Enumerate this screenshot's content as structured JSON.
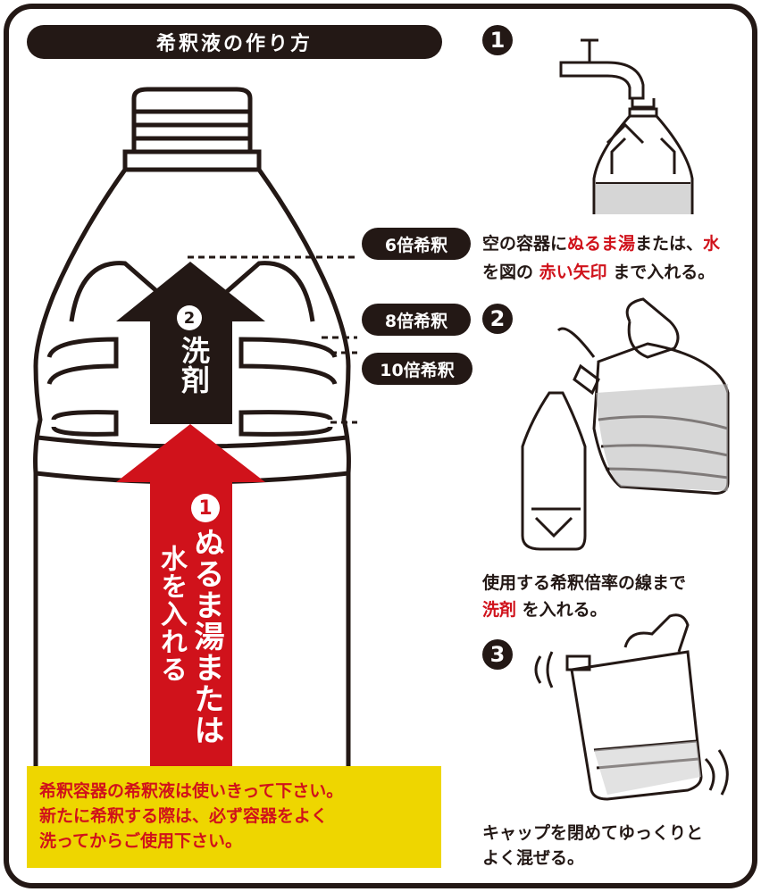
{
  "title": "希釈液の作り方",
  "colors": {
    "dark": "#231815",
    "red": "#d0121b",
    "yellow": "#eed600"
  },
  "labels": {
    "six": "6倍希釈",
    "eight": "8倍希釈",
    "ten": "10倍希釈"
  },
  "arrows": {
    "detergent": {
      "num": "2",
      "text": "洗剤"
    },
    "water": {
      "num": "1",
      "text_main": "ぬるま湯または",
      "text_sub": "水を入れる"
    }
  },
  "steps": [
    {
      "num": "1",
      "line1_a": "空の容器に",
      "line1_red": "ぬるま湯",
      "line1_b": "または、",
      "line1_red2": "水",
      "line2_a": "を図の",
      "line2_red": "赤い矢印",
      "line2_b": "まで入れる。"
    },
    {
      "num": "2",
      "line1": "使用する希釈倍率の線まで",
      "line2_red": "洗剤",
      "line2_b": "を入れる。"
    },
    {
      "num": "3",
      "line1": "キャップを閉めてゆっくりと",
      "line2": "よく混ぜる。"
    }
  ],
  "note": [
    "希釈容器の希釈液は使いきって下さい。",
    "新たに希釈する際は、必ず容器をよく",
    "洗ってからご使用下さい。"
  ]
}
